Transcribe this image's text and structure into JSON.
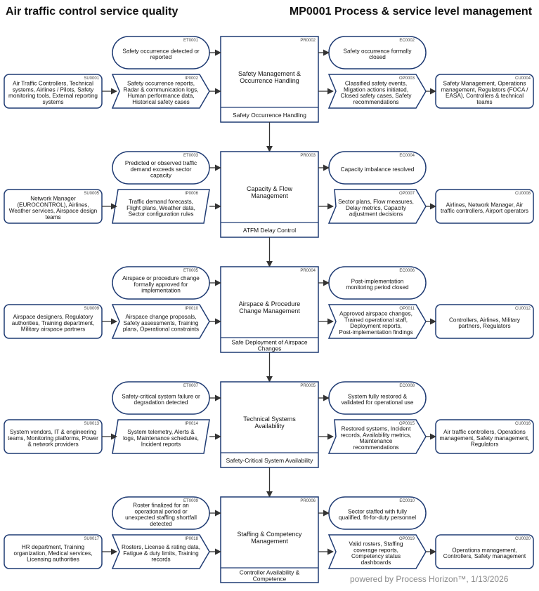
{
  "header": {
    "title": "Air traffic control service quality",
    "process_group": "MP0001 Process & service level management"
  },
  "footer": "powered by Process Horizon™, 1/13/2026",
  "colors": {
    "stroke": "#1f3b73",
    "arrow": "#333333",
    "text": "#111111"
  },
  "rows": [
    {
      "supplier": {
        "id": "SU0001",
        "text": "Air Traffic Controllers, Technical systems, Airlines / Pilots, Safety monitoring tools, External reporting systems"
      },
      "trigger": {
        "id": "ET0001",
        "text": "Safety occurrence detected or reported"
      },
      "input": {
        "id": "IP0002",
        "text": "Safety occurrence reports, Radar & communication logs, Human performance data, Historical safety cases"
      },
      "process": {
        "id": "PR0002",
        "name": "Safety Management & Occurrence Handling",
        "service": "Safety Occurrence Handling"
      },
      "end_event": {
        "id": "EC0002",
        "text": "Safety occurrence formally closed"
      },
      "output": {
        "id": "OP0003",
        "text": "Classified safety events, Migation actions initiated, Closed safety cases, Safety recommendations"
      },
      "customer": {
        "id": "CU0004",
        "text": "Safety Management, Operations management, Regulators (FOCA / EASA), Controllers & technical teams"
      }
    },
    {
      "supplier": {
        "id": "SU0005",
        "text": "Network Manager (EUROCONTROL), Airlines, Weather services, Airspace design teams"
      },
      "trigger": {
        "id": "ET0003",
        "text": "Predicted or observed traffic demand exceeds sector capacity"
      },
      "input": {
        "id": "IP0006",
        "text": "Traffic demand forecasts, Flight plans, Weather data, Sector configuration rules"
      },
      "process": {
        "id": "PR0003",
        "name": "Capacity & Flow Management",
        "service": "ATFM Delay Control"
      },
      "end_event": {
        "id": "EC0004",
        "text": "Capacity imbalance resolved"
      },
      "output": {
        "id": "OP0007",
        "text": "Sector plans, Flow measures, Delay metrics, Capacity adjustment decisions"
      },
      "customer": {
        "id": "CU0008",
        "text": "Airlines, Network Manager, Air traffic controllers, Airport operators"
      }
    },
    {
      "supplier": {
        "id": "SU0009",
        "text": "Airspace designers, Regulatory authorities, Training department, Military airspace partners"
      },
      "trigger": {
        "id": "ET0005",
        "text": "Airspace or procedure change formally approved for implementation"
      },
      "input": {
        "id": "IP0010",
        "text": "Airspace change proposals, Safety assessments, Training plans, Operational constraints"
      },
      "process": {
        "id": "PR0004",
        "name": "Airspace & Procedure Change Management",
        "service": "Safe Deployment of Airspace Changes"
      },
      "end_event": {
        "id": "EC0006",
        "text": "Post-implementation monitoring period closed"
      },
      "output": {
        "id": "OP0011",
        "text": "Approved airspace changes, Trained operational staff, Deployment reports, Post-implementation findings"
      },
      "customer": {
        "id": "CU0012",
        "text": "Controllers, Airlines, Military partners, Regulators"
      }
    },
    {
      "supplier": {
        "id": "SU0013",
        "text": "System vendors, IT & engineering teams, Monitoring platforms, Power & network providers"
      },
      "trigger": {
        "id": "ET0007",
        "text": "Safety-critical system failure or degradation detected"
      },
      "input": {
        "id": "IP0014",
        "text": "System telemetry, Alerts & logs, Maintenance schedules, Incident reports"
      },
      "process": {
        "id": "PR0005",
        "name": "Technical Systems Availability",
        "service": "Safety-Critical System Availability"
      },
      "end_event": {
        "id": "EC0008",
        "text": "System fully restored & validated for operational use"
      },
      "output": {
        "id": "OP0015",
        "text": "Restored systems, Incident records, Availability metrics, Maintenance recommendations"
      },
      "customer": {
        "id": "CU0016",
        "text": "Air traffic controllers, Operations management, Safety management, Regulators"
      }
    },
    {
      "supplier": {
        "id": "SU0017",
        "text": "HR department, Training organization, Medical services, Licensing authorities"
      },
      "trigger": {
        "id": "ET0009",
        "text": "Roster finalized for an operational period or unexpected staffing shortfall detected"
      },
      "input": {
        "id": "IP0018",
        "text": "Rosters, License & rating data, Fatigue & duty limits, Training records"
      },
      "process": {
        "id": "PR0006",
        "name": "Staffing & Competency Management",
        "service": "Controller Availability & Competence"
      },
      "end_event": {
        "id": "EC0010",
        "text": "Sector staffed with fully qualified, fit-for-duty personnel"
      },
      "output": {
        "id": "OP0019",
        "text": "Valid rosters, Staffing coverage reports, Competency status dashboards"
      },
      "customer": {
        "id": "CU0020",
        "text": "Operations management, Controllers, Safety management"
      }
    }
  ]
}
